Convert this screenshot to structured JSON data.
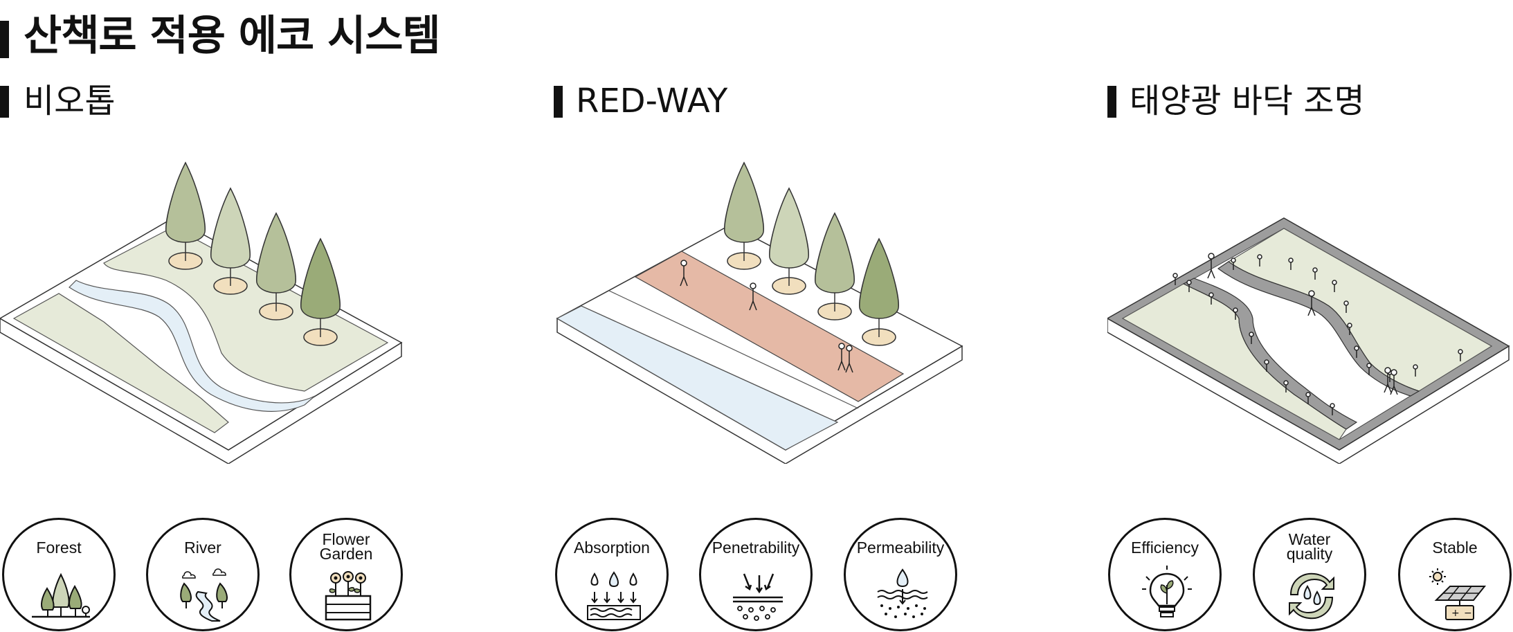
{
  "page": {
    "title": "산책로 적용 에코 시스템"
  },
  "sections": [
    {
      "title": "비오톱",
      "badges": [
        {
          "label": "Forest",
          "icon": "forest-icon"
        },
        {
          "label": "River",
          "icon": "river-icon"
        },
        {
          "label": "Flower\nGarden",
          "icon": "flower-garden-icon"
        }
      ]
    },
    {
      "title": "RED-WAY",
      "badges": [
        {
          "label": "Absorption",
          "icon": "absorption-icon"
        },
        {
          "label": "Penetrability",
          "icon": "penetrability-icon"
        },
        {
          "label": "Permeability",
          "icon": "permeability-icon"
        }
      ]
    },
    {
      "title": "태양광 바닥 조명",
      "badges": [
        {
          "label": "Efficiency",
          "icon": "efficiency-icon"
        },
        {
          "label": "Water\nquality",
          "icon": "water-quality-icon"
        },
        {
          "label": "Stable",
          "icon": "stable-icon"
        }
      ]
    }
  ],
  "colors": {
    "tree_light": "#cdd5b8",
    "tree_mid": "#b5c09a",
    "tree_dark": "#9aab78",
    "ground": "#e6ead9",
    "water": "#e4eff7",
    "redway": "#e5b9a6",
    "path_grey": "#9d9d9d",
    "tree_base": "#f1dfbe"
  }
}
